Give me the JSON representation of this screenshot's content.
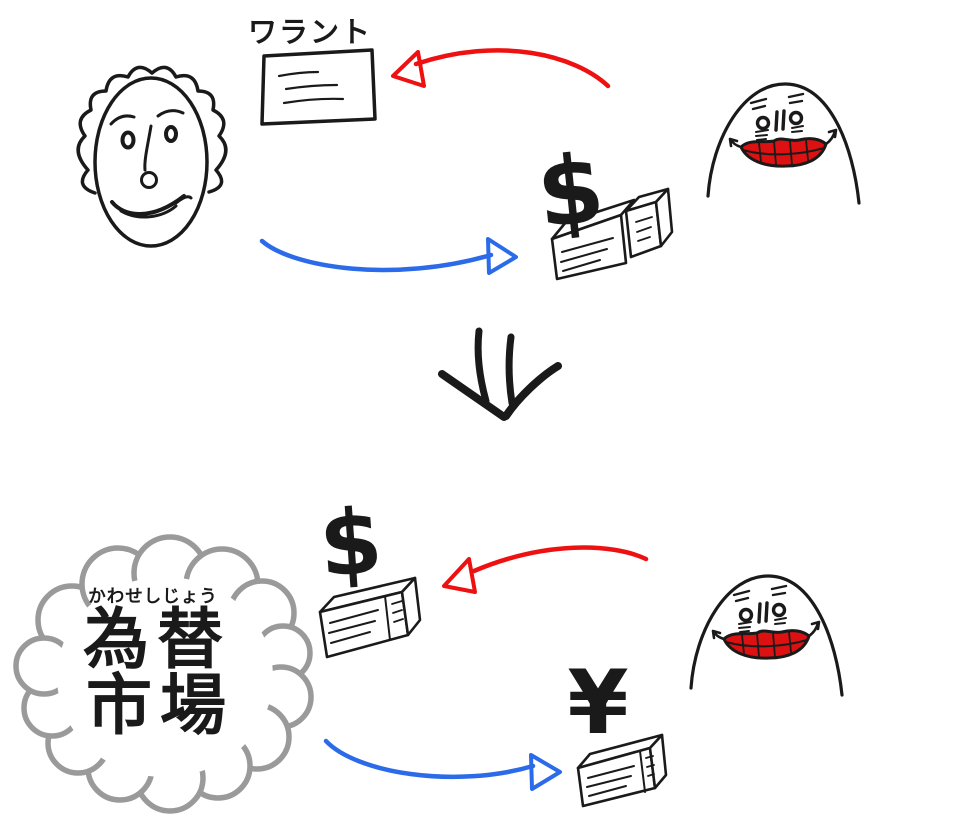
{
  "colors": {
    "ink": "#1a1a1a",
    "red": "#ee1111",
    "blue": "#2b6ae8",
    "cloud_gray": "#9a9a9a",
    "mouth_red": "#dd1111"
  },
  "top_scene": {
    "warrant_label": "ワラント",
    "currency_given": "$"
  },
  "bottom_scene": {
    "market_furigana": "かわせしじょう",
    "market_line1": "為替",
    "market_line2": "市場",
    "currency_sold": "$",
    "currency_received": "¥"
  },
  "icons": {
    "old_man_face": "smiling old man with curly side hair",
    "warrant_document": "certificate with text lines",
    "red_arrow": "hand-drawn arrow pointing left",
    "blue_arrow": "hand-drawn arrow pointing right",
    "dollar_banknote_stack": "bundle of banknotes in perspective",
    "yen_banknote_stack": "bundle of banknotes in perspective",
    "grinning_egg_face": "dome-shaped face with big red grin",
    "double_down_arrow": "thick double-stroke arrow pointing down",
    "exchange_market_cloud": "gray scalloped thought cloud"
  }
}
